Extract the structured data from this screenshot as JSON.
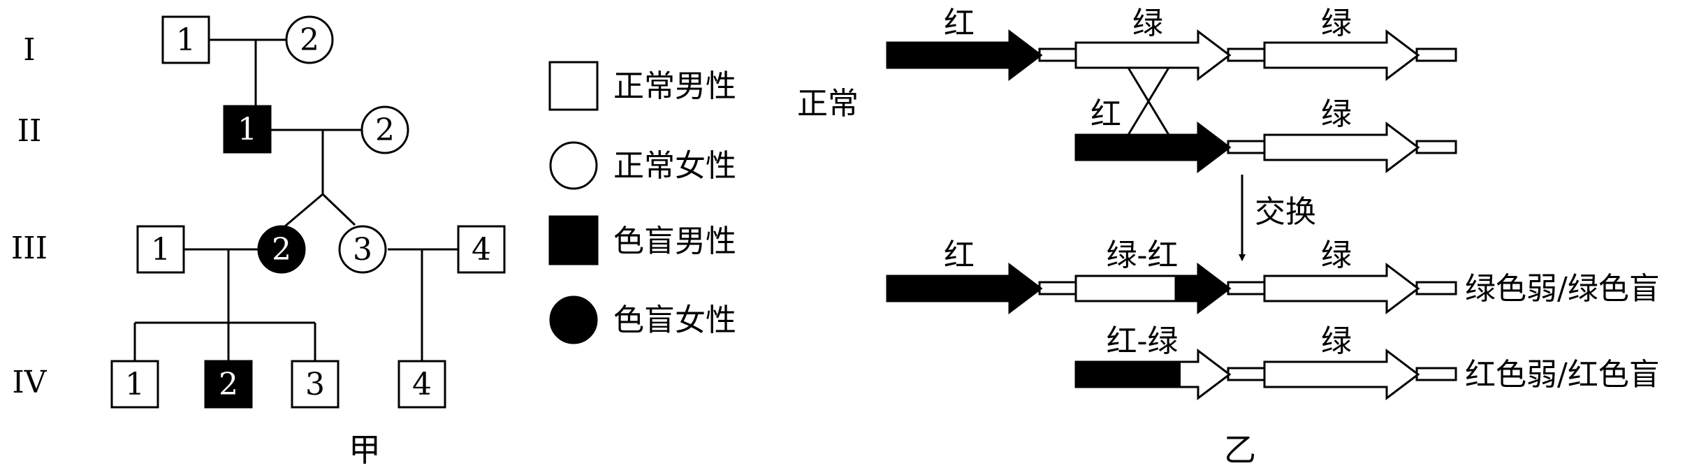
{
  "pedigree": {
    "caption": "甲",
    "generations": [
      "I",
      "II",
      "III",
      "IV"
    ],
    "individuals": {
      "g1_1": {
        "label": "1",
        "sex": "male",
        "affected": false
      },
      "g1_2": {
        "label": "2",
        "sex": "female",
        "affected": false
      },
      "g2_1": {
        "label": "1",
        "sex": "male",
        "affected": true
      },
      "g2_2": {
        "label": "2",
        "sex": "female",
        "affected": false
      },
      "g3_1": {
        "label": "1",
        "sex": "male",
        "affected": false
      },
      "g3_2": {
        "label": "2",
        "sex": "female",
        "affected": true
      },
      "g3_3": {
        "label": "3",
        "sex": "female",
        "affected": false
      },
      "g3_4": {
        "label": "4",
        "sex": "male",
        "affected": false
      },
      "g4_1": {
        "label": "1",
        "sex": "male",
        "affected": false
      },
      "g4_2": {
        "label": "2",
        "sex": "male",
        "affected": true
      },
      "g4_3": {
        "label": "3",
        "sex": "male",
        "affected": false
      },
      "g4_4": {
        "label": "4",
        "sex": "male",
        "affected": false
      }
    }
  },
  "legend": {
    "items": [
      {
        "label": "正常男性",
        "sex": "male",
        "affected": false
      },
      {
        "label": "正常女性",
        "sex": "female",
        "affected": false
      },
      {
        "label": "色盲男性",
        "sex": "male",
        "affected": true
      },
      {
        "label": "色盲女性",
        "sex": "female",
        "affected": true
      }
    ]
  },
  "genes": {
    "caption": "乙",
    "normal_label": "正常",
    "exchange_label": "交换",
    "labels": {
      "top_red": "红",
      "top_green1": "绿",
      "top_green2": "绿",
      "mid_red": "红",
      "mid_green": "绿",
      "r3_red": "红",
      "r3_hybrid": "绿-红",
      "r3_green": "绿",
      "r4_hybrid": "红-绿",
      "r4_green": "绿"
    },
    "phenotypes": {
      "r3": "绿色弱/绿色盲",
      "r4": "红色弱/红色盲"
    }
  }
}
